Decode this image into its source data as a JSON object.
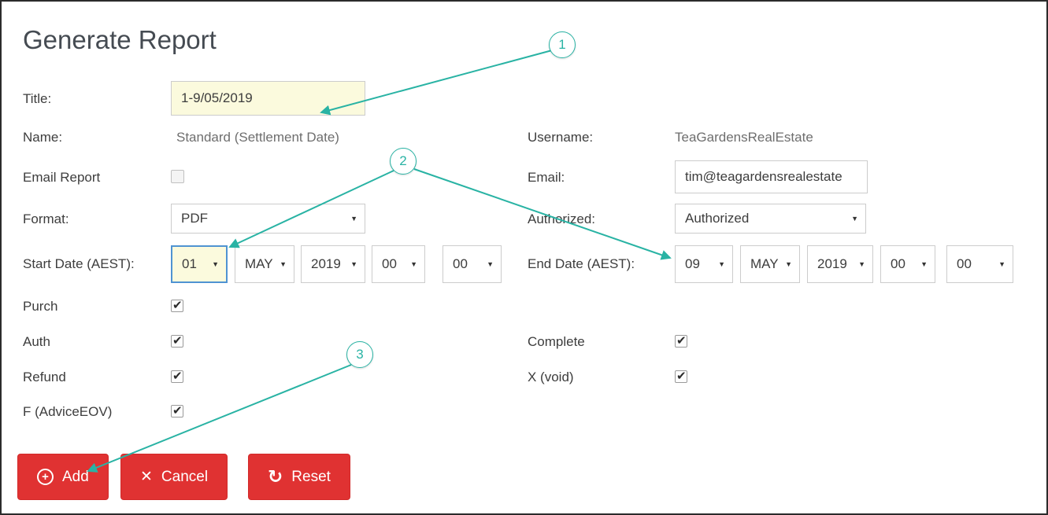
{
  "header": {
    "title": "Generate Report"
  },
  "form": {
    "title": {
      "label": "Title:",
      "value": "1-9/05/2019"
    },
    "name": {
      "label": "Name:",
      "value": "Standard (Settlement Date)"
    },
    "username": {
      "label": "Username:",
      "value": "TeaGardensRealEstate"
    },
    "email_report": {
      "label": "Email Report",
      "checked": false
    },
    "email": {
      "label": "Email:",
      "value": "tim@teagardensrealestate"
    },
    "format": {
      "label": "Format:",
      "value": "PDF"
    },
    "authorized": {
      "label": "Authorized:",
      "value": "Authorized"
    },
    "start_date": {
      "label": "Start Date (AEST):",
      "day": "01",
      "month": "MAY",
      "year": "2019",
      "hour": "00",
      "minute": "00"
    },
    "end_date": {
      "label": "End Date (AEST):",
      "day": "09",
      "month": "MAY",
      "year": "2019",
      "hour": "00",
      "minute": "00"
    },
    "flags": {
      "purch": {
        "label": "Purch",
        "checked": true
      },
      "auth": {
        "label": "Auth",
        "checked": true
      },
      "refund": {
        "label": "Refund",
        "checked": true
      },
      "f_adviceeov": {
        "label": "F (AdviceEOV)",
        "checked": true
      },
      "complete": {
        "label": "Complete",
        "checked": true
      },
      "x_void": {
        "label": "X (void)",
        "checked": true
      }
    }
  },
  "buttons": {
    "add": "Add",
    "cancel": "Cancel",
    "reset": "Reset"
  },
  "annotations": {
    "step1": "1",
    "step2": "2",
    "step3": "3"
  },
  "colors": {
    "annotation_teal": "#29b3a4",
    "button_red": "#e03232",
    "highlight_yellow": "#fbfadd",
    "focus_blue": "#4f93d2"
  }
}
